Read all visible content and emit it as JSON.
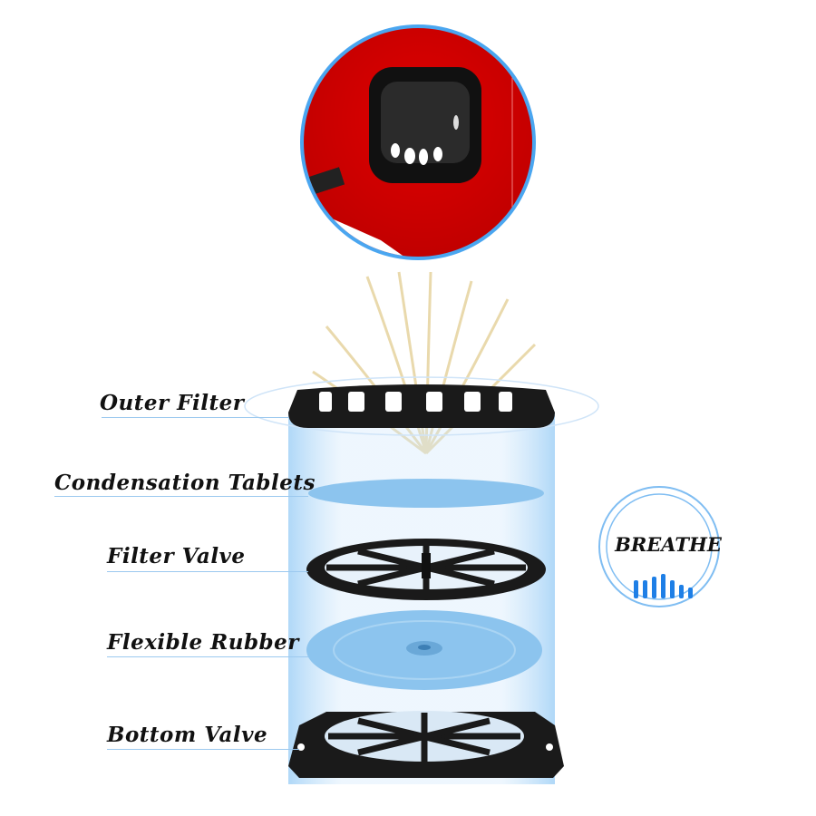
{
  "components": [
    {
      "label": "Outer Filter"
    },
    {
      "label": "Condensation Tablets"
    },
    {
      "label": "Filter Valve"
    },
    {
      "label": "Flexible Rubber"
    },
    {
      "label": "Bottom Valve"
    }
  ],
  "badge": {
    "label": "BREATHE"
  },
  "colors": {
    "accent": "#4aa6f0",
    "product_red": "#d40000",
    "part_black": "#1a1a1a",
    "rubber_blue": "#8cc4ee"
  }
}
